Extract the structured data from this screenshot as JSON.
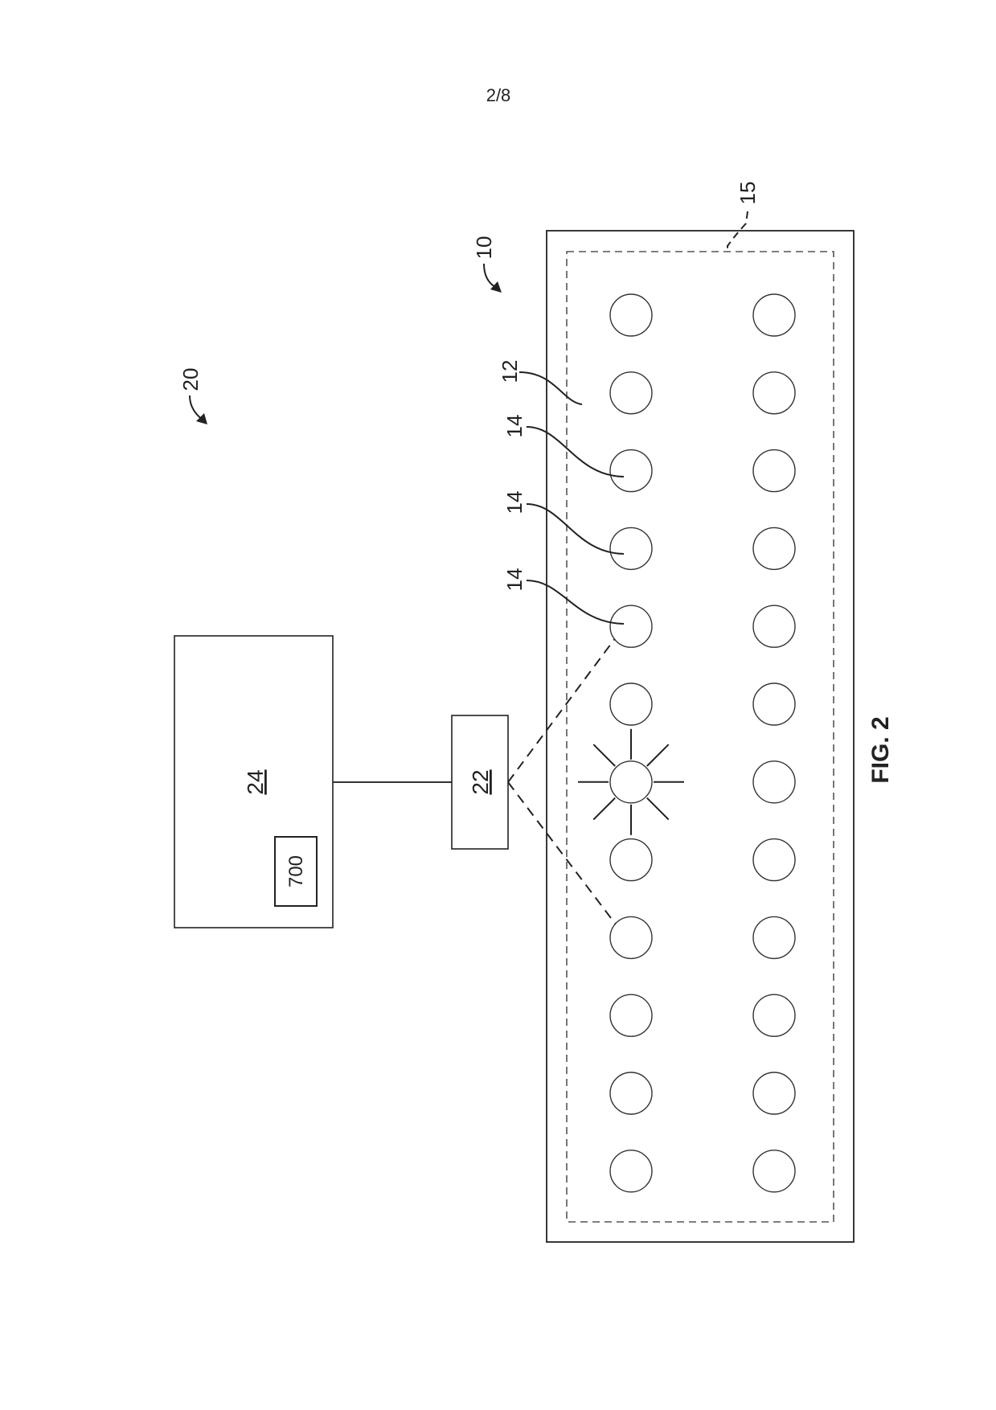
{
  "page": {
    "sheet_number": "2/8"
  },
  "figure": {
    "title": "FIG. 2"
  },
  "references": {
    "system": "20",
    "panel": "10",
    "substrate": "12",
    "boundary": "15",
    "elements": [
      "14",
      "14",
      "14"
    ],
    "sensor_box": "22",
    "controller_box": "24",
    "module_box": "700"
  },
  "grid": {
    "columns": 2,
    "rows": 12,
    "active_element": {
      "column": 1,
      "row": 7
    }
  },
  "colors": {
    "stroke": "#222222",
    "dashed": "#555555",
    "background": "#ffffff"
  }
}
